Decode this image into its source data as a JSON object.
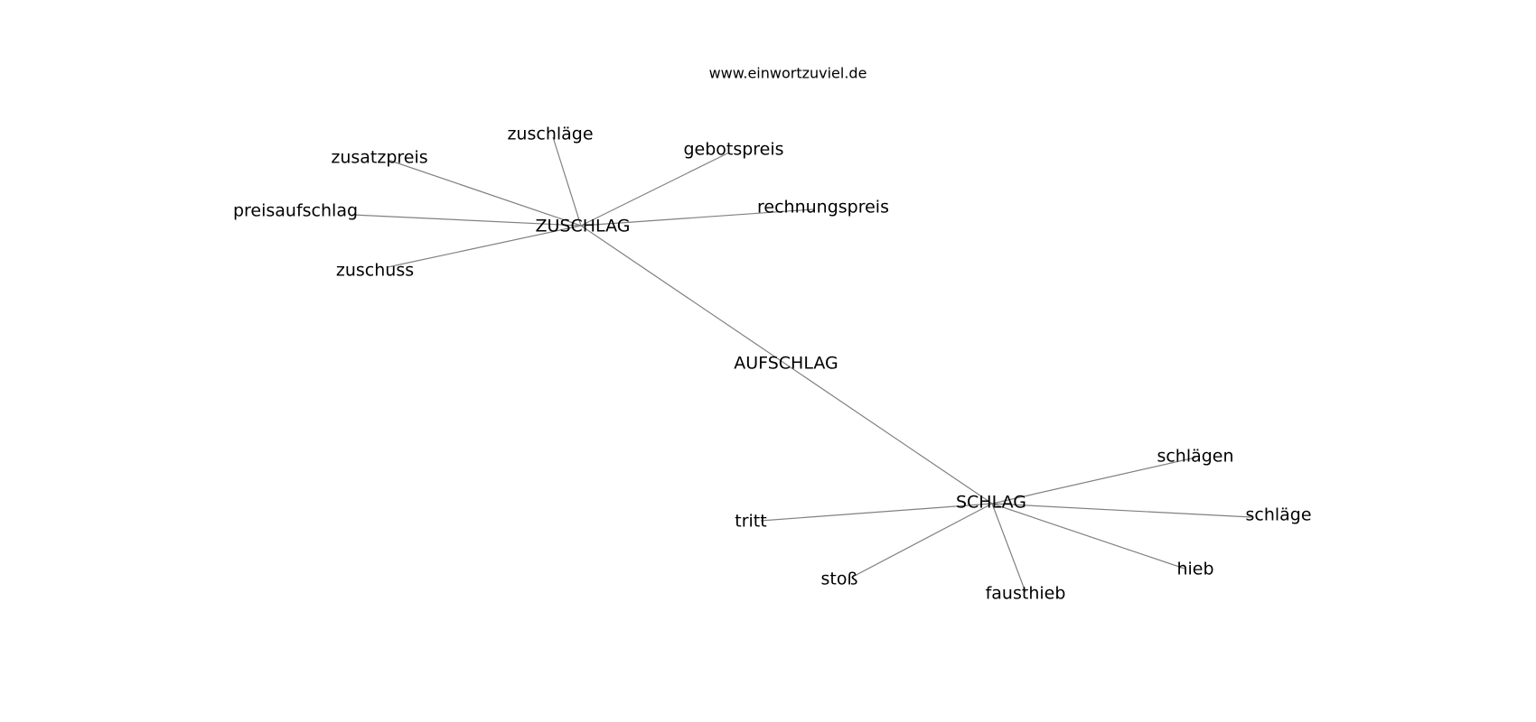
{
  "source": "www.einwortzuviel.de",
  "nodes": [
    {
      "id": "aufschlag",
      "label": "AUFSCHLAG",
      "role": "center"
    },
    {
      "id": "zuschlag",
      "label": "ZUSCHLAG",
      "role": "hub"
    },
    {
      "id": "schlag",
      "label": "SCHLAG",
      "role": "hub"
    },
    {
      "id": "zuschlaege",
      "label": "zuschläge"
    },
    {
      "id": "gebotspreis",
      "label": "gebotspreis"
    },
    {
      "id": "zusatzpreis",
      "label": "zusatzpreis"
    },
    {
      "id": "rechnungspreis",
      "label": "rechnungspreis"
    },
    {
      "id": "preisaufschlag",
      "label": "preisaufschlag"
    },
    {
      "id": "zuschuss",
      "label": "zuschuss"
    },
    {
      "id": "schlaegen",
      "label": "schlägen"
    },
    {
      "id": "schlaege",
      "label": "schläge"
    },
    {
      "id": "tritt",
      "label": "tritt"
    },
    {
      "id": "hieb",
      "label": "hieb"
    },
    {
      "id": "stoss",
      "label": "stoß"
    },
    {
      "id": "fausthieb",
      "label": "fausthieb"
    }
  ],
  "edges": [
    [
      "zuschlag",
      "schlag"
    ],
    [
      "zuschlag",
      "zuschlaege"
    ],
    [
      "zuschlag",
      "gebotspreis"
    ],
    [
      "zuschlag",
      "zusatzpreis"
    ],
    [
      "zuschlag",
      "rechnungspreis"
    ],
    [
      "zuschlag",
      "preisaufschlag"
    ],
    [
      "zuschlag",
      "zuschuss"
    ],
    [
      "schlag",
      "schlaegen"
    ],
    [
      "schlag",
      "schlaege"
    ],
    [
      "schlag",
      "tritt"
    ],
    [
      "schlag",
      "hieb"
    ],
    [
      "schlag",
      "stoss"
    ],
    [
      "schlag",
      "fausthieb"
    ]
  ],
  "colors": {
    "edge": "#808080",
    "text": "#000000",
    "background": "#ffffff"
  }
}
